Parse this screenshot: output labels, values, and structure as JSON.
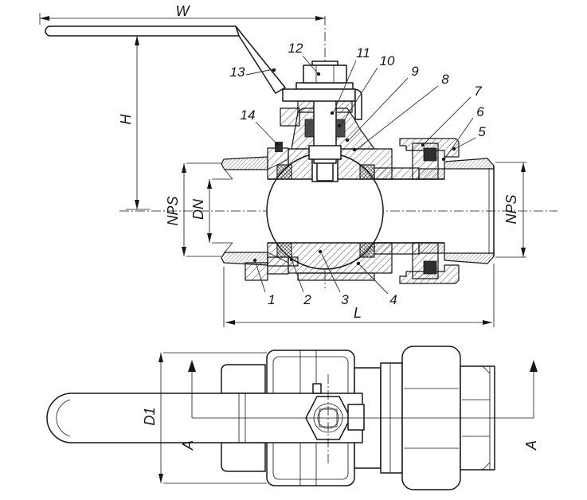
{
  "colors": {
    "ink": "#161616",
    "paper": "#ffffff",
    "seal_dark": "#2e2e2e",
    "packing_dark": "#4a4a4a"
  },
  "section_view": {
    "dim_W": "W",
    "dim_H": "H",
    "dim_NPS_left": "NPS",
    "dim_DN": "DN",
    "dim_NPS_right": "NPS",
    "dim_L": "L",
    "parts": [
      "1",
      "2",
      "3",
      "4",
      "5",
      "6",
      "7",
      "8",
      "9",
      "10",
      "11",
      "12",
      "13",
      "14"
    ]
  },
  "plan_view": {
    "dim_D1": "D1",
    "section_label_left": "A",
    "section_label_right": "A"
  }
}
